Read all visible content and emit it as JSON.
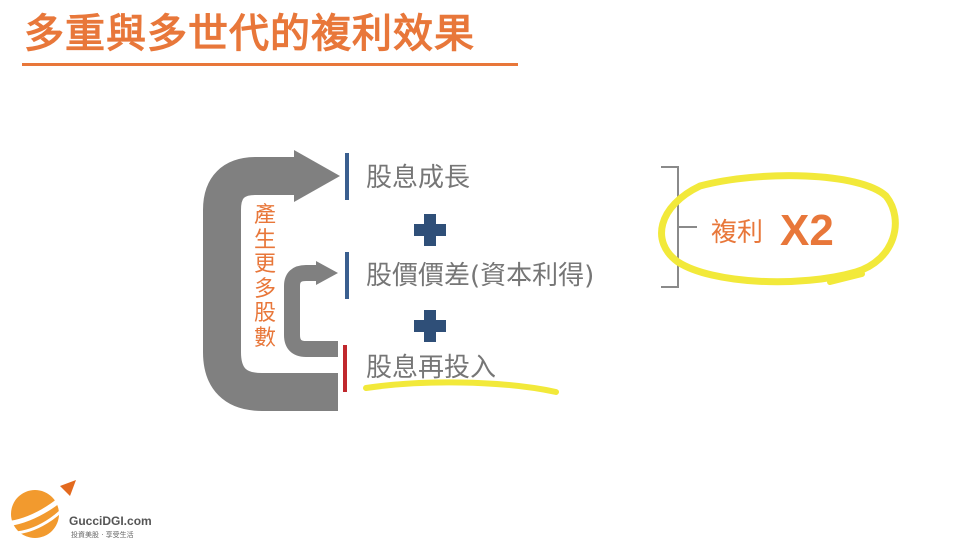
{
  "title": "多重與多世代的複利效果",
  "items": [
    {
      "label": "股息成長",
      "bar_color": "#3a5f8f"
    },
    {
      "label": "股價價差(資本利得)",
      "bar_color": "#3a5f8f"
    },
    {
      "label": "股息再投入",
      "bar_color": "#c0282d"
    }
  ],
  "plus_symbol_color": "#2f4f78",
  "loop_label": "產生更多股數",
  "result": {
    "label": "複利",
    "multiplier": "X2"
  },
  "logo": {
    "name": "GucciDGI.com",
    "tagline": "投資美股 · 享受生活"
  },
  "colors": {
    "accent": "#e8773a",
    "highlight": "#f2e93a",
    "arrow": "#808080",
    "text": "#767676"
  }
}
